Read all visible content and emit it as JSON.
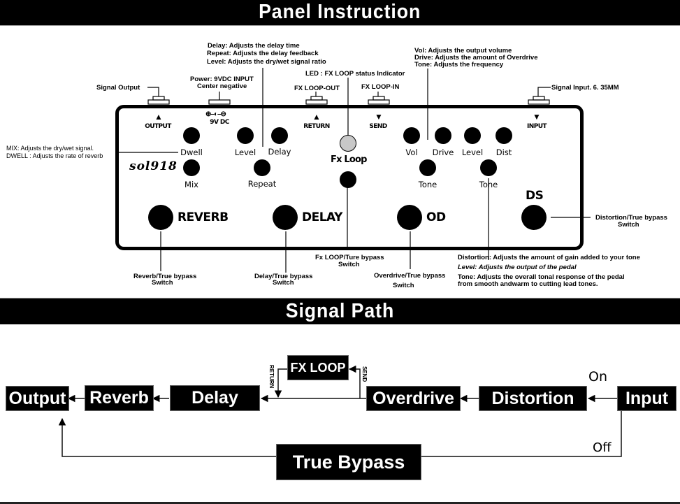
{
  "sections": {
    "panel_title": "Panel Instruction",
    "signal_title": "Signal Path"
  },
  "annotations": {
    "signal_output": "Signal Output",
    "power_line1": "Power: 9VDC INPUT",
    "power_line2": "Center negative",
    "delay_line1": "Delay: Adjusts the delay time",
    "delay_line2": "Repeat: Adjusts the delay feedback",
    "delay_line3": "Level: Adjusts the dry/wet signal ratio",
    "led": "LED : FX LOOP status Indicator",
    "fx_out": "FX LOOP-OUT",
    "fx_in": "FX LOOP-IN",
    "od_line1": "Vol:  Adjusts the output volume",
    "od_line2": "Drive:  Adjusts the amount of Overdrive",
    "od_line3": "Tone:  Adjusts the frequency",
    "signal_input": "Signal Input. 6. 35MM",
    "reverb_line1": "MIX: Adjusts the dry/wet  signal.",
    "reverb_line2": "DWELL : Adjusts the rate of reverb",
    "ds_switch_line1": "Distortion/True bypass",
    "ds_switch_line2": "Switch",
    "fx_switch_line1": "Fx LOOP/Ture bypass",
    "fx_switch_line2": "Switch",
    "reverb_switch_line1": "Reverb/True  bypass",
    "reverb_switch_line2": "Switch",
    "delay_switch_line1": "Delay/True  bypass",
    "delay_switch_line2": "Switch",
    "od_switch_line1": "Overdrive/True bypass",
    "od_switch_line2": "Switch",
    "dist_line1": "Distortion: Adjusts the amount of gain added to your tone",
    "dist_line2": "Level:  Adjusts the output of the pedal",
    "dist_line3": "Tone:  Adjusts the overall tonal response of the pedal",
    "dist_line4": "from smooth andwarm to cutting lead tones."
  },
  "pedal": {
    "brand": "sol918",
    "jacks": {
      "output": "OUTPUT",
      "power": "9V DC",
      "return": "RETURN",
      "send": "SEND",
      "input": "INPUT"
    },
    "knobs": {
      "dwell": "Dwell",
      "mix": "Mix",
      "delay_level": "Level",
      "delay": "Delay",
      "repeat": "Repeat",
      "vol": "Vol",
      "drive": "Drive",
      "od_tone": "Tone",
      "ds_level": "Level",
      "dist": "Dist",
      "ds_tone": "Tone"
    },
    "fx_loop_label": "Fx Loop",
    "led_color": "#c8c8c8",
    "switches": {
      "reverb": "REVERB",
      "delay": "DELAY",
      "od": "OD",
      "ds": "DS"
    }
  },
  "signal_path": {
    "blocks": {
      "output": "Output",
      "reverb": "Reverb",
      "delay": "Delay",
      "fx_loop": "FX LOOP",
      "overdrive": "Overdrive",
      "distortion": "Distortion",
      "input": "Input",
      "true_bypass": "True Bypass"
    },
    "return_label": "RETURN",
    "send_label": "SEND",
    "on_label": "On",
    "off_label": "Off"
  }
}
